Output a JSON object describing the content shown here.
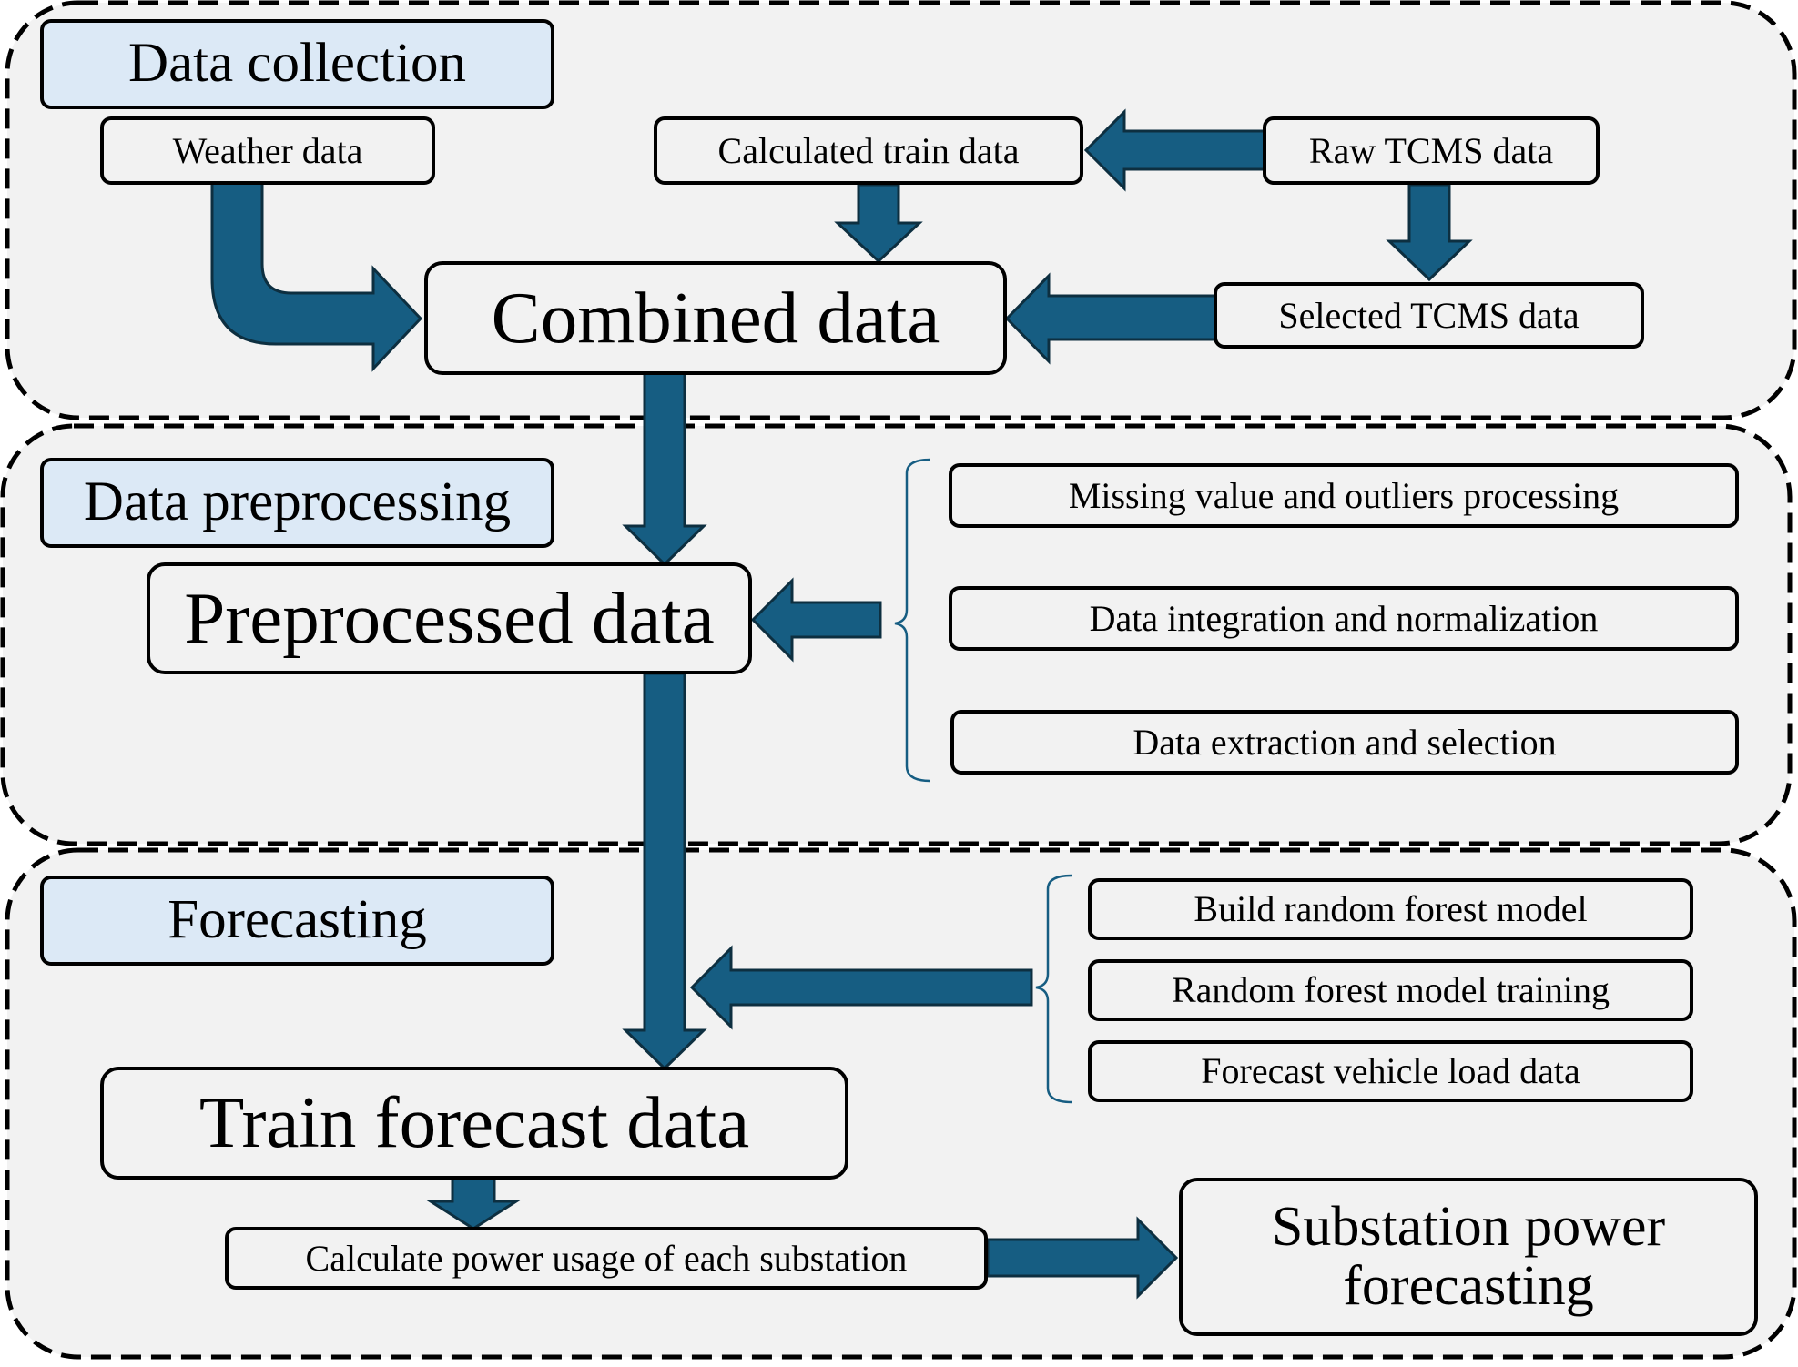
{
  "colors": {
    "arrow": "#165d82",
    "panel": "#f2f2f2",
    "section_title_fill": "#dce9f6",
    "border": "#000000"
  },
  "sections": {
    "collection": {
      "title": "Data collection",
      "weather": "Weather data",
      "calculated_train": "Calculated train data",
      "raw_tcms": "Raw TCMS data",
      "selected_tcms": "Selected TCMS data",
      "combined": "Combined data"
    },
    "preprocessing": {
      "title": "Data preprocessing",
      "preprocessed": "Preprocessed data",
      "steps": [
        "Missing value and outliers processing",
        "Data integration and normalization",
        "Data extraction and selection"
      ]
    },
    "forecasting": {
      "title": "Forecasting",
      "steps": [
        "Build random forest model",
        "Random forest model training",
        "Forecast vehicle load data"
      ],
      "train_forecast": "Train forecast data",
      "calculate_power": "Calculate power usage of each substation",
      "substation_line1": "Substation power",
      "substation_line2": "forecasting"
    }
  }
}
